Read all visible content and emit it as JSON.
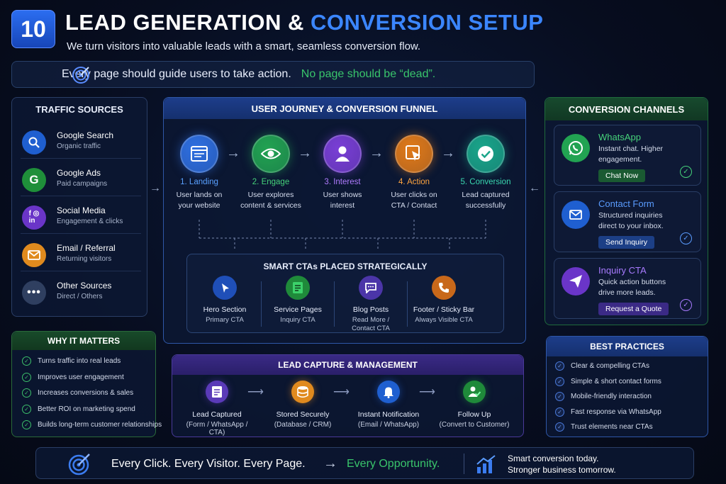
{
  "header": {
    "badge": "10",
    "title_white": "LEAD GENERATION &",
    "title_blue": "CONVERSION SETUP",
    "subtitle": "We turn visitors into valuable leads with a smart, seamless conversion flow."
  },
  "callout": {
    "text": "Every page should guide users to take action.",
    "highlight": "No page should be “dead”."
  },
  "traffic": {
    "title": "TRAFFIC SOURCES",
    "items": [
      {
        "name": "Google Search",
        "desc": "Organic traffic",
        "icon": "search-icon",
        "color": "#1f5fd0"
      },
      {
        "name": "Google Ads",
        "desc": "Paid campaigns",
        "icon": "google-g-icon",
        "color": "#1f8f3a"
      },
      {
        "name": "Social Media",
        "desc": "Engagement & clicks",
        "icon": "social-icon",
        "color": "#6a35c8"
      },
      {
        "name": "Email / Referral",
        "desc": "Returning visitors",
        "icon": "mail-icon",
        "color": "#e08a1e"
      },
      {
        "name": "Other Sources",
        "desc": "Direct / Others",
        "icon": "more-icon",
        "color": "#2f3f60"
      }
    ]
  },
  "funnel": {
    "title": "USER JOURNEY & CONVERSION FUNNEL",
    "stages": [
      {
        "label": "1. Landing",
        "l1": "User lands on",
        "l2": "your website",
        "color": "#2f6fe0",
        "lc": "#5aa0ff",
        "icon": "browser-icon"
      },
      {
        "label": "2. Engage",
        "l1": "User explores",
        "l2": "content & services",
        "color": "#22a352",
        "lc": "#46d27a",
        "icon": "eye-icon"
      },
      {
        "label": "3. Interest",
        "l1": "User shows",
        "l2": "interest",
        "color": "#7a3fd6",
        "lc": "#b07cff",
        "icon": "user-icon"
      },
      {
        "label": "4. Action",
        "l1": "User clicks on",
        "l2": "CTA / Contact",
        "color": "#e07a1a",
        "lc": "#ffa540",
        "icon": "cursor-icon"
      },
      {
        "label": "5. Conversion",
        "l1": "Lead captured",
        "l2": "successfully",
        "color": "#1aa58a",
        "lc": "#3ad8b0",
        "icon": "check-icon"
      }
    ],
    "cta": {
      "title": "SMART CTAs PLACED STRATEGICALLY",
      "items": [
        {
          "name": "Hero Section",
          "l1": "Primary CTA",
          "l2": "",
          "color": "#1f4fb8",
          "icon": "pointer-icon"
        },
        {
          "name": "Service Pages",
          "l1": "Inquiry CTA",
          "l2": "",
          "color": "#1f8a3a",
          "icon": "document-icon"
        },
        {
          "name": "Blog Posts",
          "l1": "Read More /",
          "l2": "Contact CTA",
          "color": "#4b35a8",
          "icon": "chat-icon"
        },
        {
          "name": "Footer / Sticky Bar",
          "l1": "Always Visible CTA",
          "l2": "",
          "color": "#c8681a",
          "icon": "phone-icon"
        }
      ]
    }
  },
  "channels": {
    "title": "CONVERSION CHANNELS",
    "items": [
      {
        "name": "WhatsApp",
        "d1": "Instant chat. Higher",
        "d2": "engagement.",
        "btn": "Chat Now",
        "color": "#22a352",
        "nc": "#46d27a",
        "bc": "#1a5a32",
        "icon": "whatsapp-icon"
      },
      {
        "name": "Contact Form",
        "d1": "Structured inquiries",
        "d2": "direct to your inbox.",
        "btn": "Send Inquiry",
        "color": "#1f5fd0",
        "nc": "#5a9cff",
        "bc": "#1c3f86",
        "icon": "mail-icon"
      },
      {
        "name": "Inquiry CTA",
        "d1": "Quick action buttons",
        "d2": "drive more leads.",
        "btn": "Request a Quote",
        "color": "#6a35c8",
        "nc": "#a87aff",
        "bc": "#3b2a86",
        "icon": "send-icon"
      }
    ]
  },
  "why": {
    "title": "WHY IT MATTERS",
    "items": [
      "Turns traffic into real leads",
      "Improves user engagement",
      "Increases conversions & sales",
      "Better ROI on marketing spend",
      "Builds long-term customer relationships"
    ]
  },
  "lead": {
    "title": "LEAD CAPTURE & MANAGEMENT",
    "steps": [
      {
        "name": "Lead Captured",
        "desc": "(Form / WhatsApp / CTA)",
        "color": "#5a3ab8",
        "icon": "form-icon"
      },
      {
        "name": "Stored Securely",
        "desc": "(Database / CRM)",
        "color": "#e08a1e",
        "icon": "database-icon"
      },
      {
        "name": "Instant Notification",
        "desc": "(Email / WhatsApp)",
        "color": "#1f5fd0",
        "icon": "bell-icon"
      },
      {
        "name": "Follow Up",
        "desc": "(Convert to Customer)",
        "color": "#1f8a3a",
        "icon": "follow-up-icon"
      }
    ]
  },
  "best": {
    "title": "BEST PRACTICES",
    "items": [
      "Clear & compelling CTAs",
      "Simple & short contact forms",
      "Mobile-friendly interaction",
      "Fast response via WhatsApp",
      "Trust elements near CTAs"
    ]
  },
  "footer": {
    "main": "Every Click. Every Visitor. Every Page.",
    "highlight": "Every Opportunity.",
    "r1": "Smart conversion today.",
    "r2": "Stronger business tomorrow."
  }
}
